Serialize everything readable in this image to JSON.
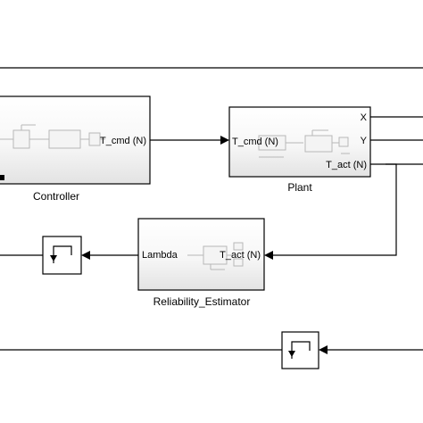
{
  "blocks": {
    "controller": {
      "name": "Controller",
      "output_port": "T_cmd (N)"
    },
    "plant": {
      "name": "Plant",
      "input_port": "T_cmd (N)",
      "output_ports": [
        "X",
        "Y",
        "T_act (N)"
      ]
    },
    "reliability_estimator": {
      "name": "Reliability_Estimator",
      "input_port": "T_act (N)",
      "output_port": "Lambda"
    }
  },
  "memory_blocks": [
    {
      "icon": "memory-delay-icon"
    },
    {
      "icon": "memory-delay-icon"
    }
  ],
  "colors": {
    "background": "#ffffff",
    "block_gradient_top": "#ffffff",
    "block_gradient_bottom": "#e4e4e4",
    "thumbnail_gray": "#b7b7b7",
    "line": "#000000"
  }
}
